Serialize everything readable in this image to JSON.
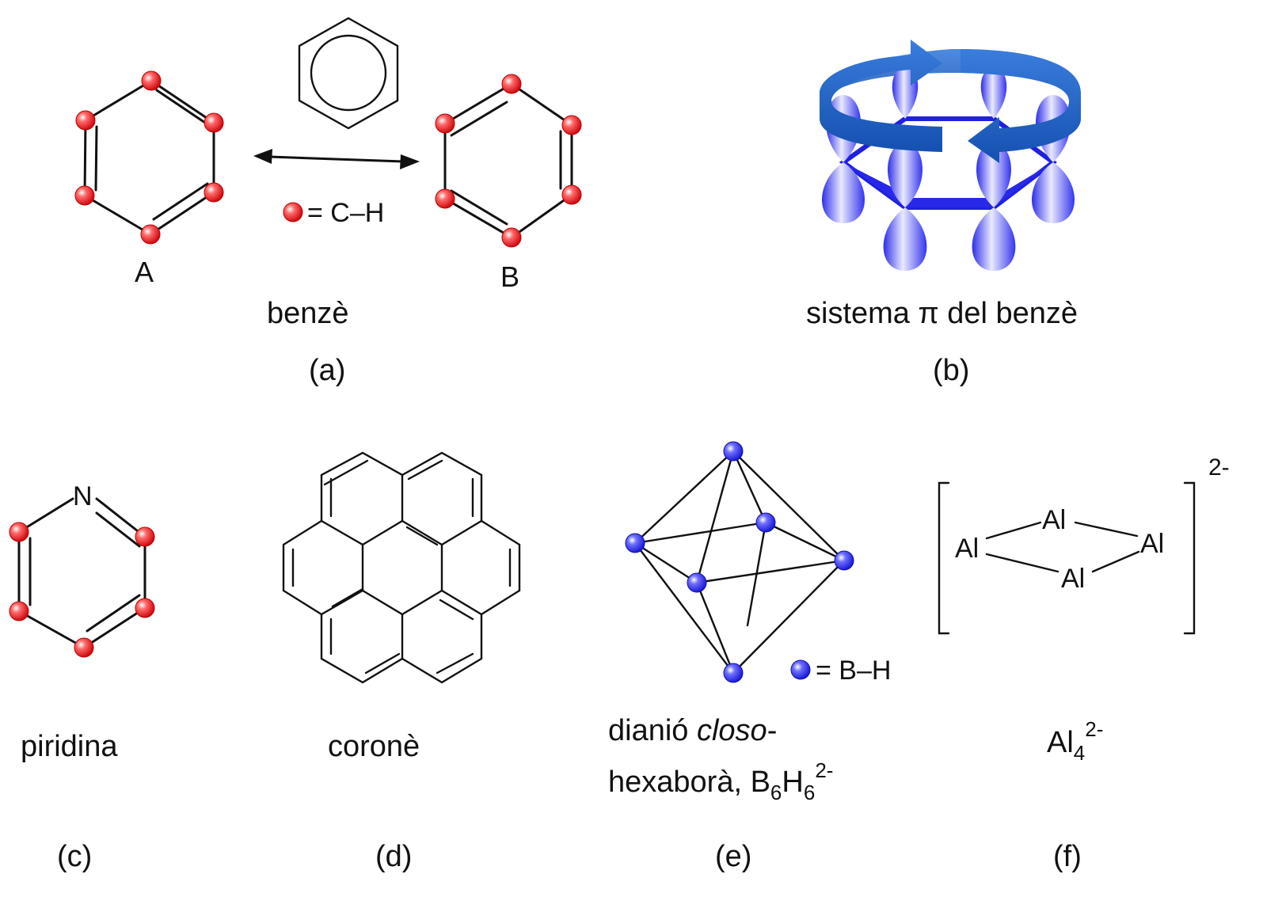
{
  "panel_a": {
    "label_a": "A",
    "label_b": "B",
    "legend_text": "= C–H",
    "name": "benzè",
    "caption": "(a)",
    "atom_color": "#e8141c"
  },
  "panel_b": {
    "name": "sistema π del benzè",
    "caption": "(b)",
    "lobe_color": "#3b3bf0",
    "arrow_color": "#1f5fc2"
  },
  "panel_c": {
    "n_label": "N",
    "name": "piridina",
    "caption": "(c)"
  },
  "panel_d": {
    "name": "coronè",
    "caption": "(d)"
  },
  "panel_e": {
    "legend_text": "= B–H",
    "name_line1_prefix": "dianió ",
    "name_line1_italic": "closo",
    "name_line1_suffix": "-",
    "name_line2_prefix": "hexaborà, B",
    "name_line2_sub1": "6",
    "name_line2_mid": "H",
    "name_line2_sub2": "6",
    "name_line2_sup": "2-",
    "caption": "(e)",
    "atom_color": "#2a2af0"
  },
  "panel_f": {
    "atom_label": "Al",
    "charge": "2-",
    "name_base": "Al",
    "name_sub": "4",
    "name_sup": "2-",
    "caption": "(f)"
  }
}
